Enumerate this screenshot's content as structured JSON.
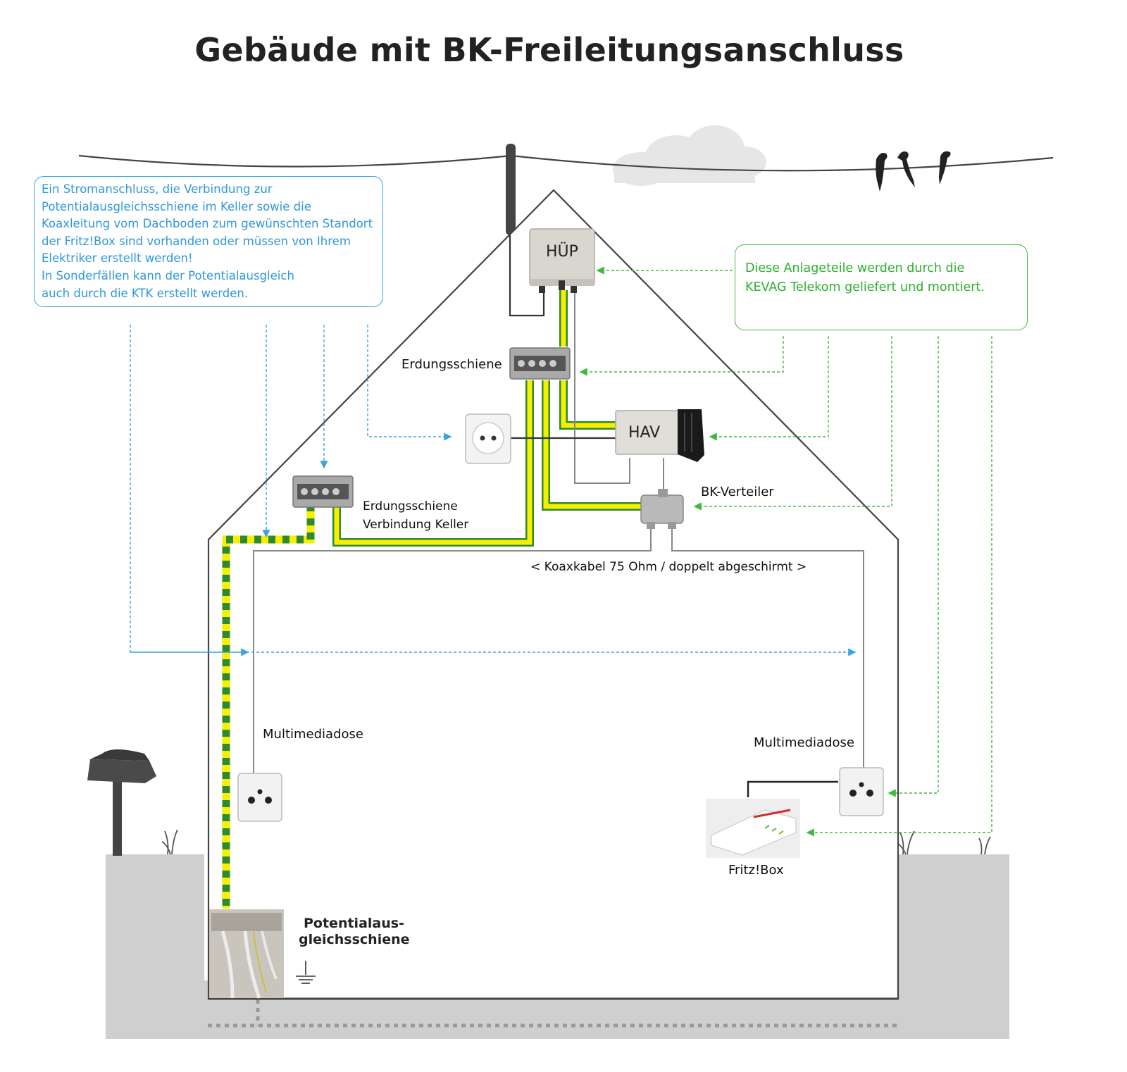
{
  "title": "Gebäude mit BK-Freileitungsanschluss",
  "note_blue": [
    "Ein Stromanschluss, die Verbindung zur",
    "Potentialausgleichsschiene im Keller sowie die",
    "Koaxleitung vom Dachboden zum gewünschten Standort",
    "der Fritz!Box sind vorhanden oder müssen von Ihrem",
    "Elektriker erstellt werden!",
    "In Sonderfällen kann der Potentialausgleich",
    "auch durch die KTK erstellt werden."
  ],
  "note_green": [
    "Diese Anlageteile werden durch die",
    "KEVAG Telekom geliefert und montiert."
  ],
  "labels": {
    "huep": "HÜP",
    "hav": "HAV",
    "erdungsschiene": "Erdungsschiene",
    "erdungsschiene_keller_1": "Erdungsschiene",
    "erdungsschiene_keller_2": "Verbindung Keller",
    "bk_verteiler": "BK-Verteiler",
    "koaxkabel": "< Koaxkabel 75 Ohm / doppelt abgeschirmt >",
    "multimediadose_left": "Multimediadose",
    "multimediadose_right": "Multimediadose",
    "fritzbox": "Fritz!Box",
    "pas_1": "Potentialaus-",
    "pas_2": "gleichsschiene"
  },
  "colors": {
    "blue": "#3aa3e3",
    "green": "#3dbb3d",
    "ground_yellow": "#f4f000",
    "ground_green": "#2f8a2f",
    "soil": "#cfcfcf"
  }
}
